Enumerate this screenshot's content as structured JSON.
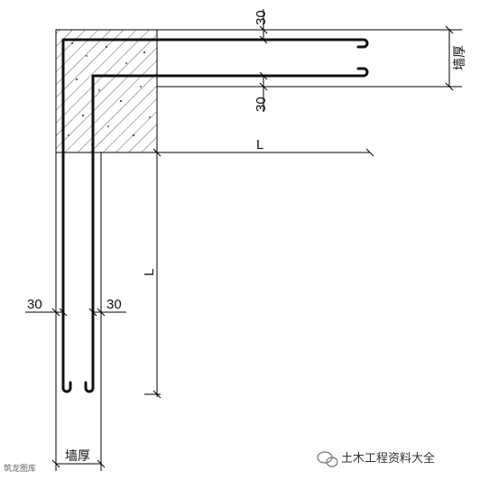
{
  "dimensions": {
    "cover_top_1": "30",
    "cover_top_2": "30",
    "anchor_horizontal": "L",
    "anchor_vertical": "L",
    "cover_left": "30",
    "cover_right": "30"
  },
  "labels": {
    "wall_thickness_right": "墙厚",
    "wall_thickness_bottom": "墙厚"
  },
  "watermark": {
    "brand": "土木工程资料大全",
    "small_logo": "筑龙图库"
  },
  "colors": {
    "line": "#000000",
    "bar": "#111111",
    "hatch": "#333333"
  }
}
